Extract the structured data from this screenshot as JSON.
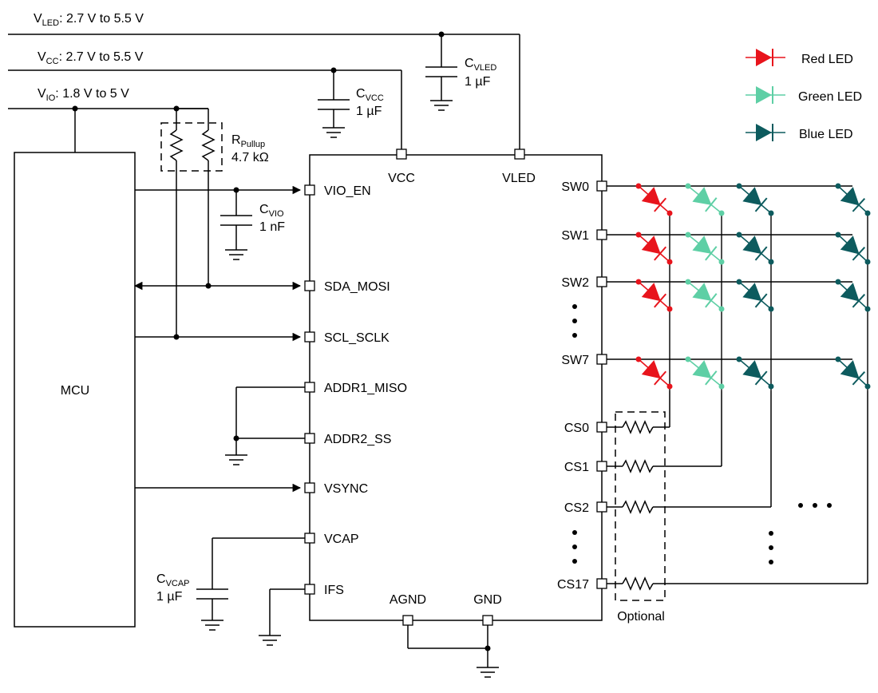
{
  "supplies": {
    "vled": {
      "main": "V",
      "sub": "LED",
      "rest": ": 2.7 V to 5.5 V"
    },
    "vcc": {
      "main": "V",
      "sub": "CC",
      "rest": ": 2.7 V to 5.5 V"
    },
    "vio": {
      "main": "V",
      "sub": "IO",
      "rest": ": 1.8 V to 5 V"
    }
  },
  "capacitors": {
    "cvled": {
      "main": "C",
      "sub": "VLED",
      "value": "1 µF"
    },
    "cvcc": {
      "main": "C",
      "sub": "VCC",
      "value": "1 µF"
    },
    "cvio": {
      "main": "C",
      "sub": "VIO",
      "value": "1 nF"
    },
    "cvcap": {
      "main": "C",
      "sub": "VCAP",
      "value": "1 µF"
    }
  },
  "pullup": {
    "main": "R",
    "sub": "Pullup",
    "value": "4.7 kΩ"
  },
  "mcu": {
    "label": "MCU"
  },
  "chip": {
    "top_pins": [
      "VCC",
      "VLED"
    ],
    "bottom_pins": [
      "AGND",
      "GND"
    ],
    "left_pins": [
      "VIO_EN",
      "SDA_MOSI",
      "SCL_SCLK",
      "ADDR1_MISO",
      "ADDR2_SS",
      "VSYNC",
      "VCAP",
      "IFS"
    ],
    "right_sw_pins": [
      "SW0",
      "SW1",
      "SW2",
      "SW7"
    ],
    "right_cs_pins": [
      "CS0",
      "CS1",
      "CS2",
      "CS17"
    ]
  },
  "optional_label": "Optional",
  "legend": [
    {
      "label": "Red LED",
      "color": "#e8141c"
    },
    {
      "label": "Green LED",
      "color": "#5ecfa5"
    },
    {
      "label": "Blue LED",
      "color": "#0d5b5e"
    }
  ],
  "colors": {
    "red": "#e8141c",
    "green": "#5ecfa5",
    "blue": "#0d5b5e",
    "wire": "#000000"
  }
}
